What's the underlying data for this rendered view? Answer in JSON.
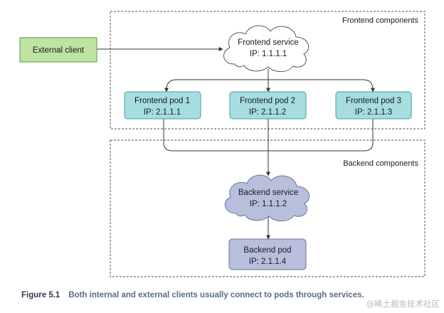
{
  "groups": {
    "frontend_label": "Frontend components",
    "backend_label": "Backend components"
  },
  "external_client": {
    "label": "External client"
  },
  "frontend_service": {
    "name": "Frontend service",
    "ip": "IP: 1.1.1.1"
  },
  "frontend_pods": [
    {
      "name": "Frontend pod 1",
      "ip": "IP: 2.1.1.1"
    },
    {
      "name": "Frontend pod 2",
      "ip": "IP: 2.1.1.2"
    },
    {
      "name": "Frontend pod 3",
      "ip": "IP: 2.1.1.3"
    }
  ],
  "backend_service": {
    "name": "Backend service",
    "ip": "IP: 1.1.1.2"
  },
  "backend_pod": {
    "name": "Backend pod",
    "ip": "IP: 2.1.1.4"
  },
  "caption": {
    "figure_number": "Figure 5.1",
    "text": "Both internal and external clients usually connect to pods through services."
  },
  "watermark": "@稀土掘金技术社区",
  "colors": {
    "external_client_fill": "#bfe3a2",
    "external_client_stroke": "#5e9a3c",
    "frontend_pod_fill": "#a5dde0",
    "frontend_pod_stroke": "#4f9aa0",
    "backend_fill": "#b7bfdc",
    "backend_stroke": "#6a7398",
    "caption_text": "#5a6c86",
    "connector": "#333333"
  }
}
